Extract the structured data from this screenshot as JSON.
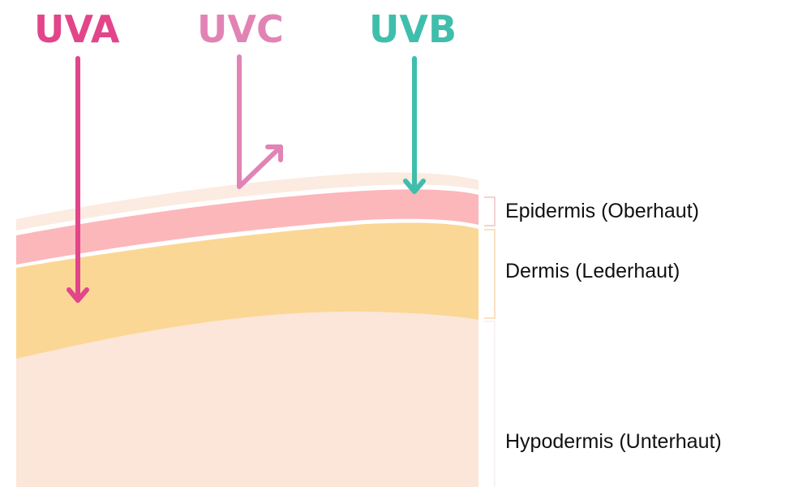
{
  "rays": [
    {
      "label": "UVA",
      "color": "#e2458a"
    },
    {
      "label": "UVC",
      "color": "#e184b5"
    },
    {
      "label": "UVB",
      "color": "#3fbeac"
    }
  ],
  "layers": [
    {
      "label": "Epidermis (Oberhaut)",
      "color": "#fcb7bb"
    },
    {
      "label": "Dermis (Lederhaut)",
      "color": "#fbd796"
    },
    {
      "label": "Hypodermis (Unterhaut)",
      "color": "#fce6d9"
    }
  ],
  "colors": {
    "stratum_corneum": "#fcebe0",
    "bracket": "#f1c3c6",
    "background": "#ffffff"
  }
}
